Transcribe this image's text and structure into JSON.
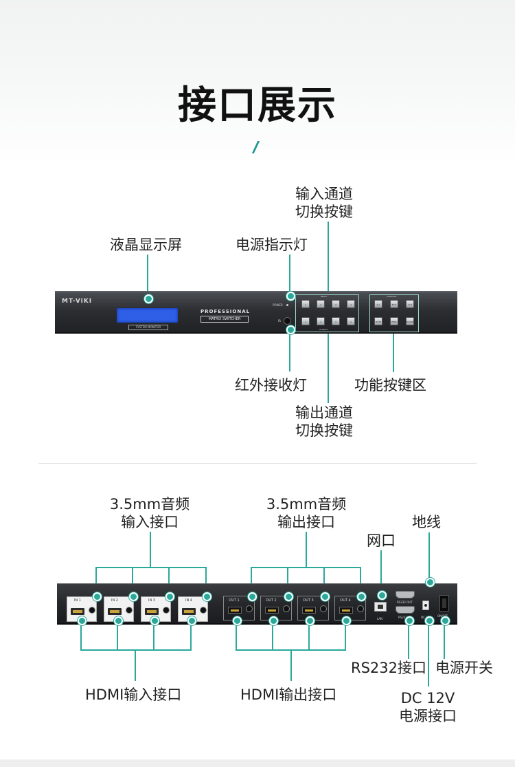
{
  "header": {
    "title": "接口展示"
  },
  "front_panel": {
    "brand": "MT-ViKI",
    "lcd_caption": "SYSTEM MONITOR",
    "model_line1": "PROFESSIONAL",
    "model_line2": "MATRIX SWITCHER",
    "power_label": "POWER",
    "ir_label": "IR",
    "input_group_label": "INPUT",
    "output_group_label": "OUTPUT",
    "control_group_label": "CONTROL",
    "input_keys": [
      "1",
      "2",
      "3",
      "4"
    ],
    "output_keys": [
      "1",
      "2",
      "3",
      "4"
    ],
    "control_keys": [
      "ALL",
      "EXIT",
      "CLR",
      "MUTE",
      "MENU",
      "DOWN"
    ]
  },
  "front_labels": {
    "lcd": "液晶显示屏",
    "power_led": "电源指示灯",
    "input_switch_line1": "输入通道",
    "input_switch_line2": "切换按键",
    "ir_receiver": "红外接收灯",
    "function_keys": "功能按键区",
    "output_switch_line1": "输出通道",
    "output_switch_line2": "切换按键"
  },
  "rear_panel": {
    "inputs": [
      "IN 1",
      "IN 2",
      "IN 3",
      "IN 4"
    ],
    "outputs": [
      "OUT 1",
      "OUT 2",
      "OUT 3",
      "OUT 4"
    ],
    "lan_label": "LAN",
    "rs232_out_label": "RS232 OUT",
    "rs232_in_label": "RS232 IN",
    "dc_label": "DC 12V",
    "switch_label": "ON/OFF"
  },
  "rear_labels": {
    "audio_in_line1": "3.5mm音频",
    "audio_in_line2": "输入接口",
    "audio_out_line1": "3.5mm音频",
    "audio_out_line2": "输出接口",
    "network": "网口",
    "ground": "地线",
    "hdmi_in": "HDMI输入接口",
    "hdmi_out": "HDMI输出接口",
    "rs232": "RS232接口",
    "power_switch": "电源开关",
    "dc_line1": "DC 12V",
    "dc_line2": "电源接口"
  },
  "colors": {
    "accent": "#2aa89a",
    "lcd": "#2f5fe6",
    "panel": "#2c2e32"
  }
}
